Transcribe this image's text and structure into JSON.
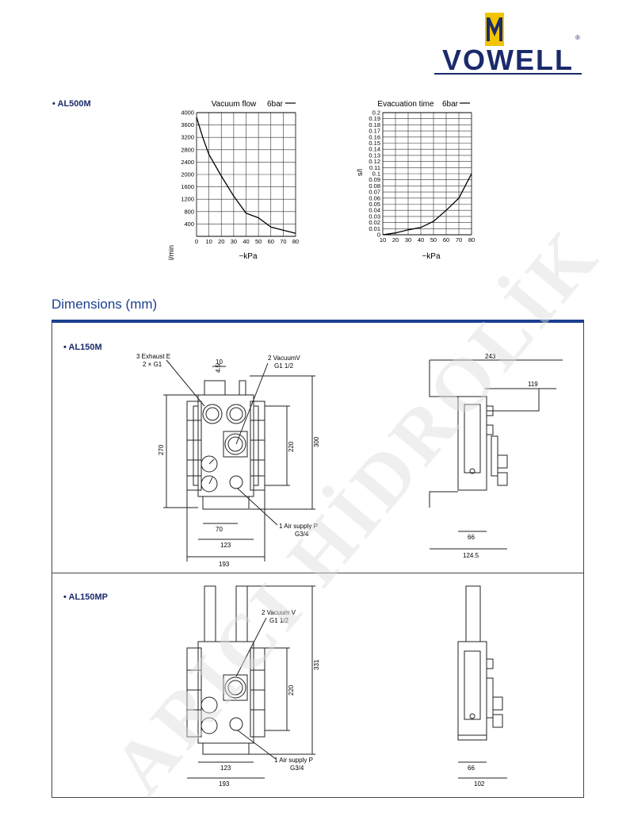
{
  "brand": {
    "name": "VOWELL",
    "registered": "®",
    "colors": {
      "navy": "#1b2a6b",
      "gold": "#f2c400",
      "accent_blue": "#1b3f8f"
    }
  },
  "model": {
    "label": "• AL500M"
  },
  "watermark": "ARICI HİDROLİK",
  "charts": {
    "vacuum_flow": {
      "title": "Vacuum flow",
      "legend": "6bar",
      "ylabel": "l/min",
      "xlabel": "−kPa",
      "y_ticks": [
        "4000",
        "3600",
        "3200",
        "2800",
        "2400",
        "2000",
        "1600",
        "1200",
        "800",
        "400"
      ],
      "x_ticks": [
        "0",
        "10",
        "20",
        "30",
        "40",
        "50",
        "60",
        "70",
        "80"
      ]
    },
    "evacuation_time": {
      "title": "Evacuation time",
      "legend": "6bar",
      "ylabel": "s/l",
      "xlabel": "−kPa",
      "y_ticks": [
        "0.2",
        "0.19",
        "0.18",
        "0.17",
        "0.16",
        "0.15",
        "0.14",
        "0.13",
        "0.12",
        "0.11",
        "0.1",
        "0.09",
        "0.08",
        "0.07",
        "0.06",
        "0.05",
        "0.04",
        "0.03",
        "0.02",
        "0.01",
        "0"
      ],
      "x_ticks": [
        "10",
        "20",
        "30",
        "40",
        "50",
        "60",
        "70",
        "80"
      ]
    }
  },
  "chart_data": [
    {
      "type": "line",
      "title": "Vacuum flow",
      "xlabel": "−kPa",
      "ylabel": "l/min",
      "xlim": [
        0,
        80
      ],
      "ylim": [
        0,
        4000
      ],
      "grid": true,
      "legend": "top-right",
      "series": [
        {
          "name": "6bar",
          "x": [
            0,
            5,
            10,
            20,
            30,
            40,
            50,
            60,
            70,
            80
          ],
          "y": [
            3850,
            3200,
            2650,
            1950,
            1300,
            750,
            600,
            300,
            200,
            100
          ]
        }
      ]
    },
    {
      "type": "line",
      "title": "Evacuation time",
      "xlabel": "−kPa",
      "ylabel": "s/l",
      "xlim": [
        10,
        80
      ],
      "ylim": [
        0,
        0.2
      ],
      "grid": true,
      "legend": "top-right",
      "series": [
        {
          "name": "6bar",
          "x": [
            10,
            20,
            30,
            40,
            50,
            60,
            70,
            80
          ],
          "y": [
            0,
            0.003,
            0.008,
            0.012,
            0.022,
            0.04,
            0.06,
            0.1
          ]
        }
      ]
    }
  ],
  "dimensions": {
    "title": "Dimensions (mm)",
    "al150m": {
      "label": "• AL150M",
      "exhaust": [
        "3 Exhaust E",
        "2 × G1"
      ],
      "vacuum": [
        "2 VacuumV",
        "G1 1/2"
      ],
      "air_supply": [
        "1 Air supply P",
        "G3/4"
      ],
      "dims_front": {
        "d10": "10",
        "d45": "4.5",
        "d270": "270",
        "d220": "220",
        "d300": "300",
        "d70": "70",
        "d123": "123",
        "d193": "193"
      },
      "dims_side": {
        "d243": "243",
        "d119": "119",
        "d66": "66",
        "d1245": "124.5"
      }
    },
    "al150mp": {
      "label": "• AL150MP",
      "vacuum": [
        "2 Vacuum V",
        "G1 1/2"
      ],
      "air_supply": [
        "1 Air supply P",
        "G3/4"
      ],
      "dims_front": {
        "d220": "220",
        "d331": "331",
        "d123": "123",
        "d193": "193"
      },
      "dims_side": {
        "d66": "66",
        "d102": "102"
      }
    }
  }
}
